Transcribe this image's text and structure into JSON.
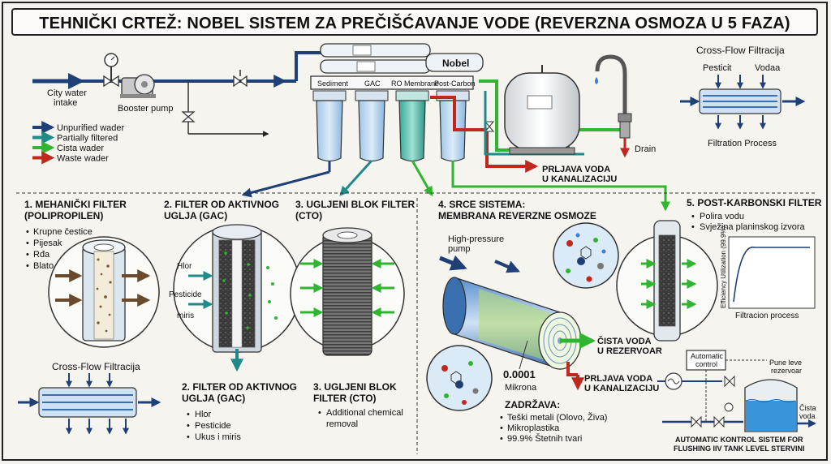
{
  "title": "TEHNIČKI CRTEŽ: NOBEL SISTEM ZA PREČIŠĆAVANJE VODE (REVERZNA OSMOZA U 5 FAZA)",
  "top": {
    "city_intake": [
      "City water",
      "intake"
    ],
    "booster_pump": "Booster pump",
    "stage_labels": [
      "Sediment",
      "GAC",
      "RO Membrane",
      "Post-Carbon"
    ],
    "brand": "Nobel",
    "drain": "Drain",
    "drain_note": [
      "PRLJAVA VODA",
      "U KANALIZACIJU"
    ]
  },
  "legend": [
    {
      "label": "Unpurified wader",
      "color": "#1f3f78"
    },
    {
      "label": "Partially filtered",
      "color": "#1e8a8a"
    },
    {
      "label": "Cista wader",
      "color": "#2fb52f"
    },
    {
      "label": "Waste wader",
      "color": "#c0281e"
    }
  ],
  "crossflow_top": {
    "title": "Cross-Flow Filtracija",
    "label_left": "Pesticit",
    "label_right": "Vodaa",
    "caption": "Filtration Process"
  },
  "stage1": {
    "title": [
      "1. MEHANIČKI FILTER",
      "(POLIPROPILEN)"
    ],
    "items": [
      "Krupne čestice",
      "Pijesak",
      "Rđa",
      "Blato"
    ]
  },
  "stage2": {
    "title": [
      "2. FILTER OD AKTIVNOG",
      "UGLJA (GAC)"
    ],
    "side_labels": [
      "Hlor",
      "Pesticide",
      "miris"
    ],
    "bottom_title": [
      "2. FILTER OD AKTIVNOG",
      "UGLJA (GAC)"
    ],
    "items": [
      "Hlor",
      "Pesticide",
      "Ukus i miris"
    ]
  },
  "stage3": {
    "title": [
      "3. UGLJENI BLOK FILTER",
      "(CTO)"
    ],
    "bottom_title": [
      "3. UGLJENI BLOK",
      "FILTER (CTO)"
    ],
    "items": [
      "Additional chemical",
      "removal"
    ]
  },
  "stage4": {
    "title": [
      "4. SRCE SISTEMA:",
      "MEMBRANA REVERZNE OSMOZE"
    ],
    "pump": [
      "High-pressure",
      "pump"
    ],
    "micron_value": "0.0001",
    "micron_unit": "Mikrona",
    "clean_out": [
      "ČISTA VODA",
      "U REZERVOAR"
    ],
    "waste_out": [
      "PRLJAVA VODA",
      "U KANALIZACIJU"
    ],
    "retains_title": "ZADRŽAVA:",
    "retains": [
      "Teški metali (Olovo, Živa)",
      "Mikroplastika",
      "99.9% Štetnih tvari"
    ]
  },
  "stage5": {
    "title": "5. POST-KARBONSKI FILTER",
    "items": [
      "Polira vodu",
      "Svježina planinskog izvora"
    ],
    "chart_ylabel": "Efficiency Utilization (99.9%)",
    "chart_xlabel": "Filtracion process"
  },
  "crossflow_bottom": {
    "title": "Cross-Flow Filtracija"
  },
  "control": {
    "automatic_control": [
      "Automatic",
      "control"
    ],
    "tank_label": [
      "Pune leve",
      "rezervoar"
    ],
    "clean_water": [
      "Čista",
      "voda"
    ],
    "caption": [
      "AUTOMATIC KONTROL SISTEM FOR",
      "FLUSHING IIV TANK LEVEL STERVINI"
    ]
  }
}
